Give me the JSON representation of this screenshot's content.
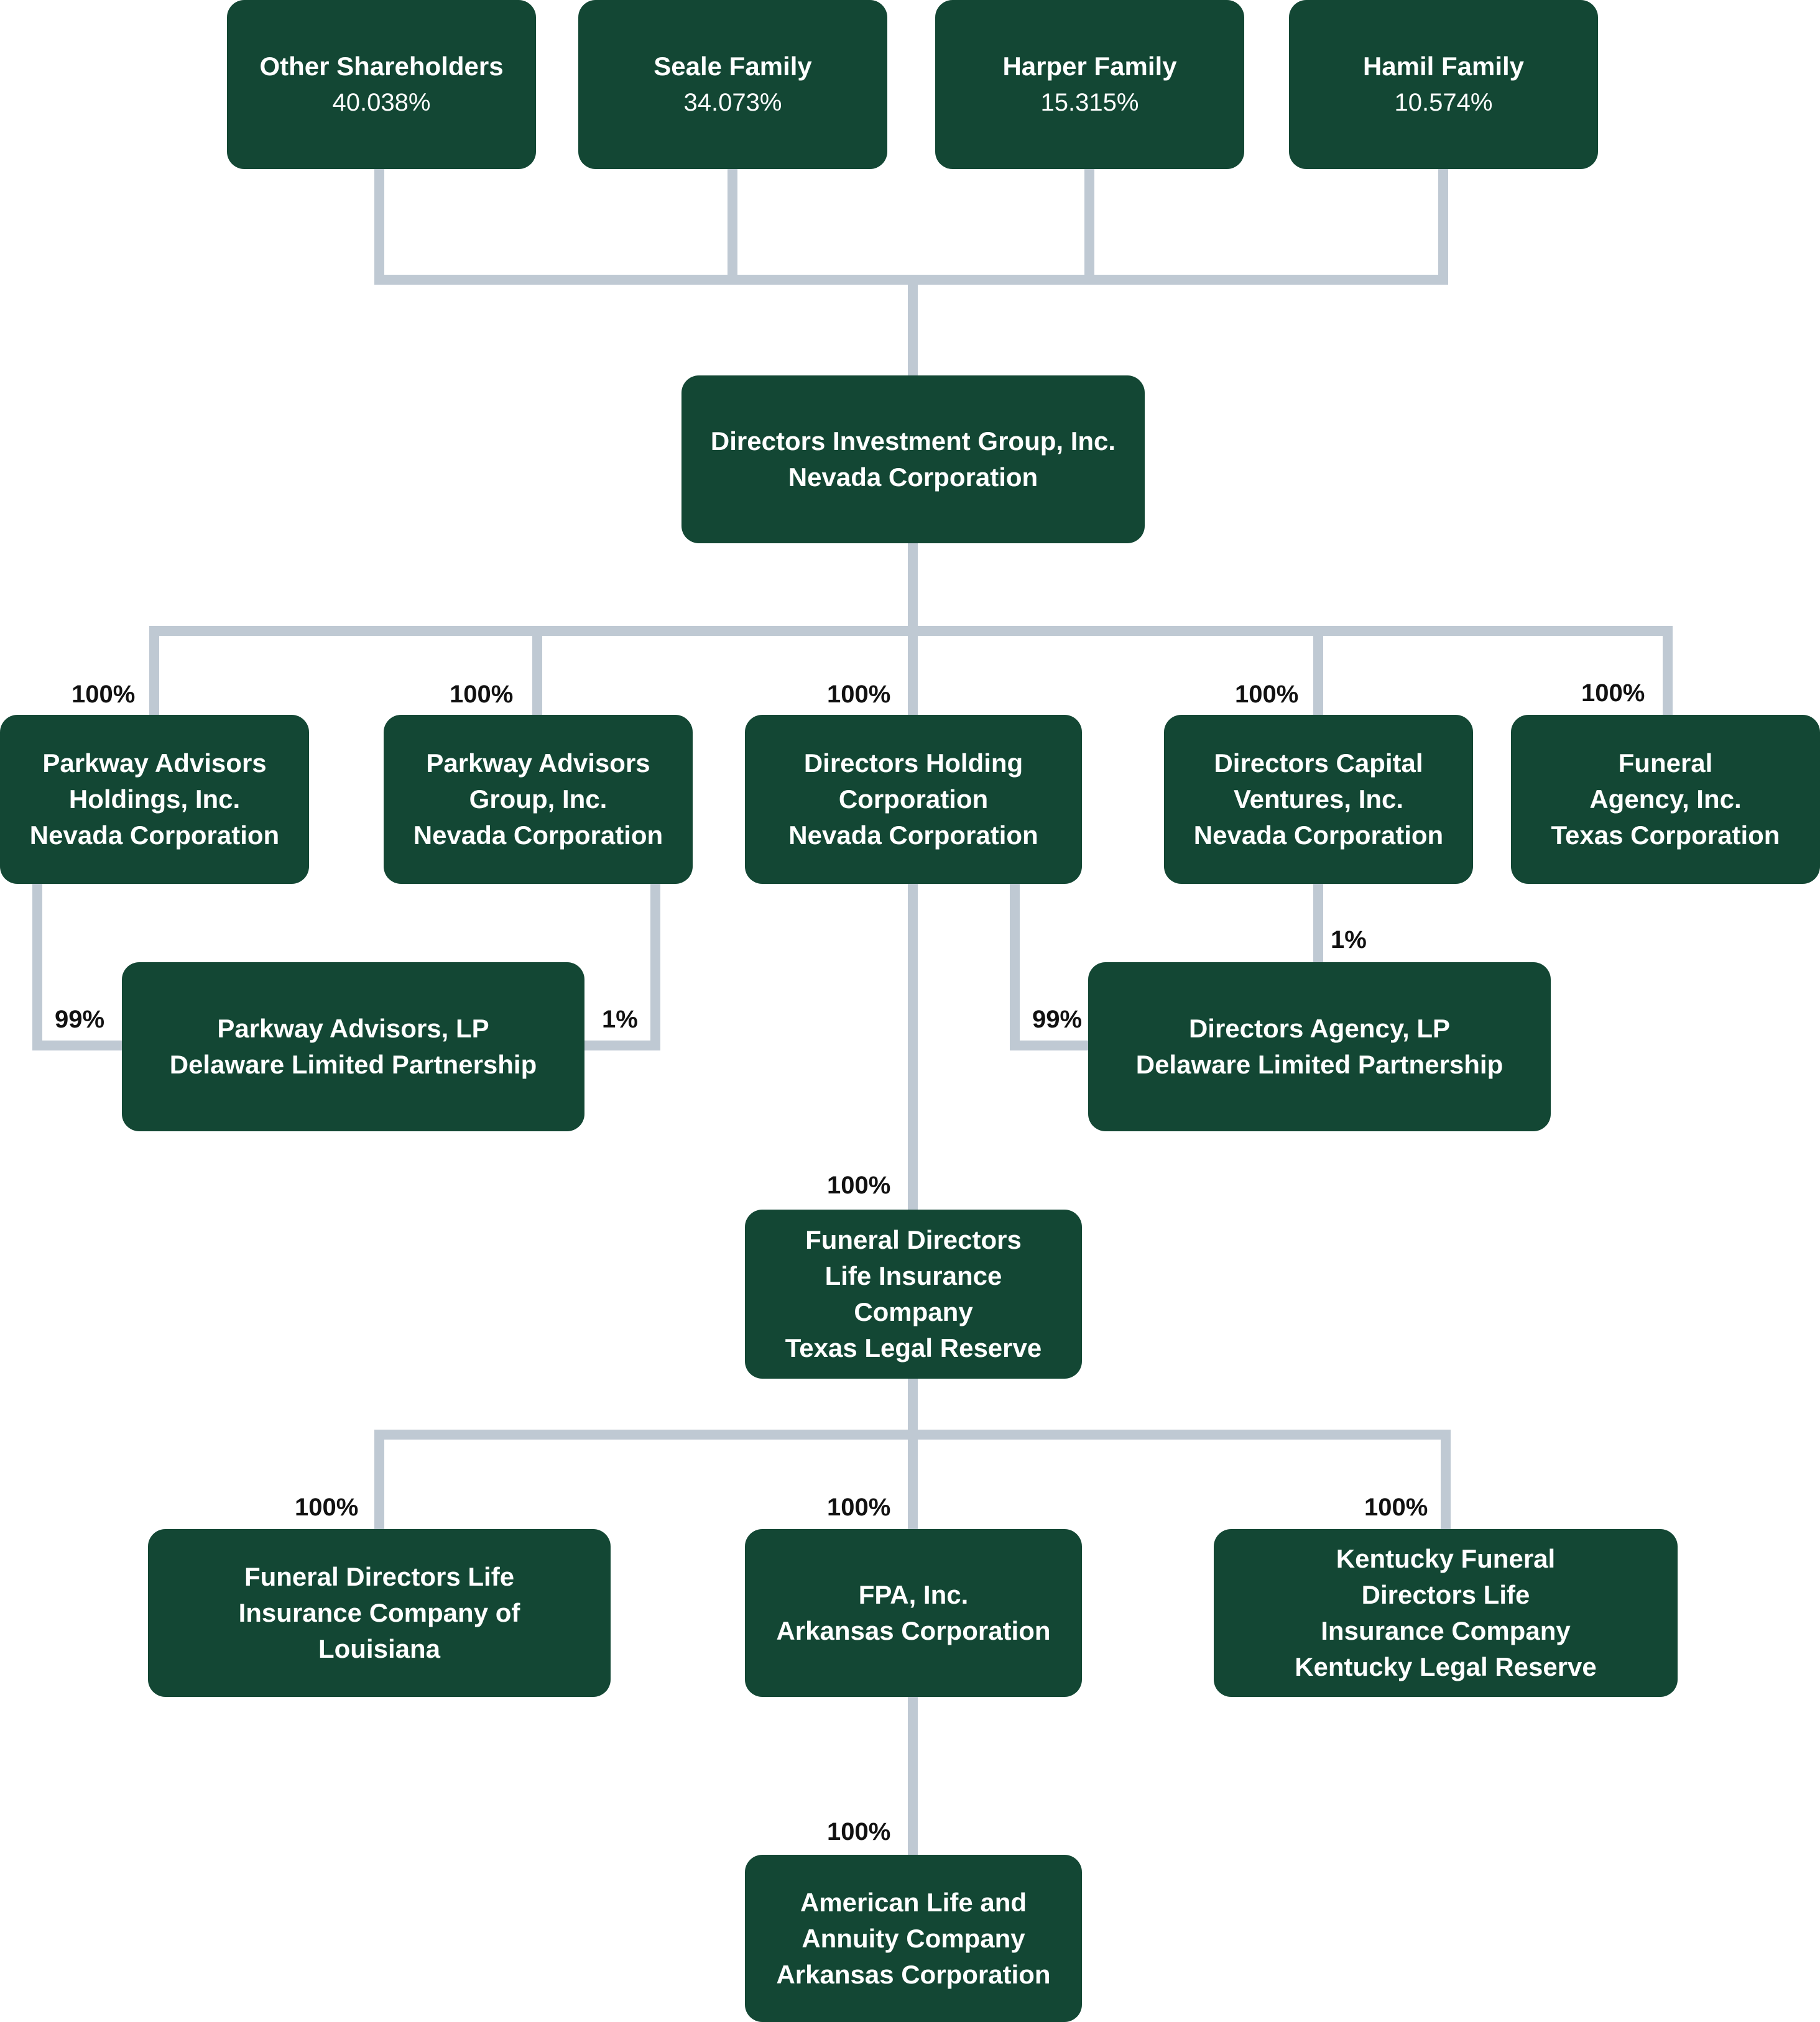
{
  "colors": {
    "box_fill": "#134734",
    "box_text": "#ffffff",
    "connector": "#bfc9d3",
    "label_text": "#111111"
  },
  "shareholders": [
    {
      "name": "Other Shareholders",
      "pct": "40.038%"
    },
    {
      "name": "Seale Family",
      "pct": "34.073%"
    },
    {
      "name": "Harper Family",
      "pct": "15.315%"
    },
    {
      "name": "Hamil Family",
      "pct": "10.574%"
    }
  ],
  "entities": {
    "dig": "Directors Investment Group, Inc.\nNevada Corporation",
    "pah": "Parkway Advisors\nHoldings, Inc.\nNevada Corporation",
    "pag": "Parkway Advisors\nGroup, Inc.\nNevada Corporation",
    "dhc": "Directors Holding\nCorporation\nNevada Corporation",
    "dcv": "Directors Capital\nVentures, Inc.\nNevada Corporation",
    "fai": "Funeral\nAgency, Inc.\nTexas Corporation",
    "palp": "Parkway Advisors, LP\nDelaware Limited Partnership",
    "dalp": "Directors Agency, LP\nDelaware Limited Partnership",
    "fdlic": "Funeral Directors\nLife Insurance\nCompany\nTexas Legal Reserve",
    "fdla": "Funeral Directors Life\nInsurance Company of\nLouisiana",
    "fpa": "FPA, Inc.\nArkansas Corporation",
    "kfd": "Kentucky Funeral\nDirectors Life\nInsurance Company\nKentucky Legal Reserve",
    "ala": "American Life and\nAnnuity Company\nArkansas Corporation"
  },
  "ownership_labels": {
    "pah": "100%",
    "pag": "100%",
    "dhc": "100%",
    "dcv": "100%",
    "fai": "100%",
    "palp_from_pah": "99%",
    "palp_from_pag": "1%",
    "dalp_from_dhc": "99%",
    "dalp_from_dcv": "1%",
    "fdlic": "100%",
    "fdla": "100%",
    "fpa": "100%",
    "kfd": "100%",
    "ala": "100%"
  }
}
